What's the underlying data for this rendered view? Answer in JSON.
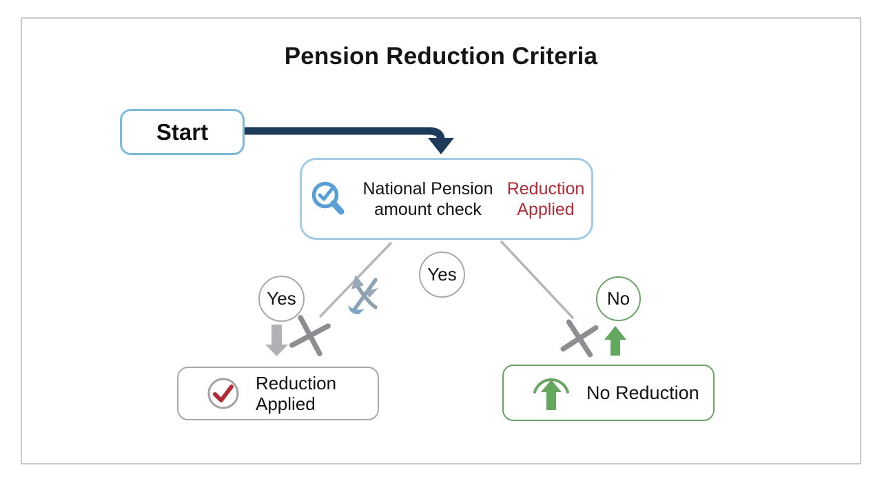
{
  "title": "Pension Reduction Criteria",
  "flow": {
    "start": {
      "label": "Start"
    },
    "check": {
      "label": "National Pension amount check",
      "label_secondary": "Reduction Applied"
    },
    "branch_yes_left": {
      "label": "Yes"
    },
    "branch_yes_mid": {
      "label": "Yes"
    },
    "branch_no": {
      "label": "No"
    },
    "result_reduction": {
      "label": "Reduction Applied"
    },
    "result_no_reduction": {
      "label": "No Reduction"
    }
  },
  "icons": {
    "check_node": "magnifier-check-icon",
    "result_reduction": "check-circle-icon",
    "result_no_reduction": "arrow-up-arc-icon",
    "crossouts": "crossout-x-icon",
    "artifact": "glitch-x-icon"
  },
  "colors": {
    "arrow_navy": "#1d3a5b",
    "start_border_blue": "#7db9db",
    "check_border_blue": "#a3cbe5",
    "icon_blue": "#589fd5",
    "warning_red": "#b12c36",
    "success_green": "#68a463",
    "neutral_gray": "#a8a8aa",
    "frame_gray": "#c9c9c9"
  }
}
